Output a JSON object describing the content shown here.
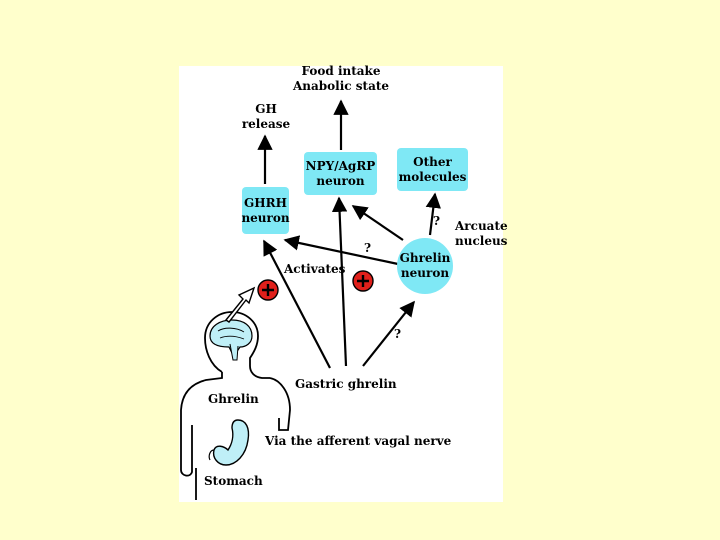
{
  "colors": {
    "slide_bg": "#FFFFCC",
    "panel_bg": "#FFFFFF",
    "node_fill": "#7FE8F5",
    "plus_fill": "#E0201B",
    "arrow": "#000000"
  },
  "labels": {
    "food_intake": "Food intake",
    "anabolic_state": "Anabolic state",
    "gh_line1": "GH",
    "gh_line2": "release",
    "activates": "Activates",
    "arcuate_line1": "Arcuate",
    "arcuate_line2": "nucleus",
    "question": "?",
    "gastric_ghrelin": "Gastric ghrelin",
    "ghrelin_body": "Ghrelin",
    "vagal": "Via the afferent vagal nerve",
    "stomach": "Stomach"
  },
  "nodes": {
    "ghrh": {
      "line1": "GHRH",
      "line2": "neuron"
    },
    "npy": {
      "line1": "NPY/AgRP",
      "line2": "neuron"
    },
    "other": {
      "line1": "Other",
      "line2": "molecules"
    },
    "ghrelin_neuron": {
      "line1": "Ghrelin",
      "line2": "neuron"
    }
  },
  "icons": {
    "plus": "plus-circle-icon",
    "body": "human-silhouette-icon",
    "brain": "brain-icon",
    "stomach": "stomach-icon"
  }
}
